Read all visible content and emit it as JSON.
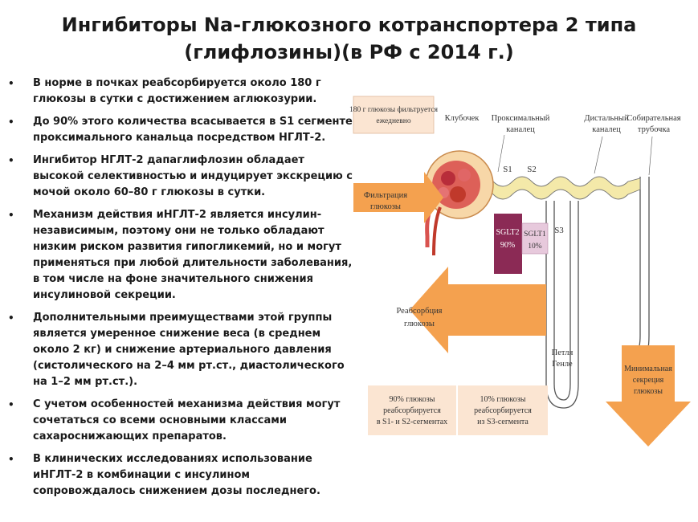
{
  "slide": {
    "title_line1": "Ингибиторы Na-глюкозного котранспортера 2 типа",
    "title_line2": "(глифлозины)(в РФ с 2014 г.)",
    "bullet_symbol": "•",
    "bullets": [
      "В норме в почках реабсорбируется около 180 г глюкозы в сутки с достижением аглюкозурии.",
      "До 90% этого количества всасывается в S1 сегменте проксимального канальца посредством НГЛТ-2.",
      "Ингибитор НГЛТ-2 дапаглифлозин обладает высокой селективностью и индуцирует экскрецию с мочой около 60–80 г глюкозы в сутки.",
      "Механизм действия иНГЛТ-2 является инсулин-независимым, поэтому они не только обладают низким риском развития гипогликемий, но и могут применяться при любой длительности заболевания, в том числе на фоне значительного снижения инсулиновой секреции.",
      "Дополнительными преимуществами этой группы является умеренное снижение веса (в среднем около 2 кг) и снижение артериального давления (систолического на 2–4 мм рт.ст., диастолического на 1–2 мм рт.ст.).",
      "С учетом особенностей механизма действия могут сочетаться со всеми основными классами сахароснижающих препаратов.",
      "В клинических исследованиях использование иНГЛТ-2 в комбинации с инсулином сопровождалось снижением дозы последнего."
    ]
  },
  "diagram": {
    "filtered_box_l1": "180 г глюкозы фильтруется",
    "filtered_box_l2": "ежедневно",
    "label_glomerulus": "Клубочек",
    "label_proximal_l1": "Проксимальный",
    "label_proximal_l2": "каналец",
    "label_distal_l1": "Дистальный",
    "label_distal_l2": "каналец",
    "label_collecting_l1": "Собирательная",
    "label_collecting_l2": "трубочка",
    "label_s1": "S1",
    "label_s2": "S2",
    "label_s3": "S3",
    "sglt2_l1": "SGLT2",
    "sglt2_l2": "90%",
    "sglt1_l1": "SGLT1",
    "sglt1_l2": "10%",
    "filtration_l1": "Фильтрация",
    "filtration_l2": "глюкозы",
    "reabsorption_l1": "Реабсорбция",
    "reabsorption_l2": "глюкозы",
    "loop_l1": "Петля",
    "loop_l2": "Генле",
    "min_secretion_l1": "Минимальная",
    "min_secretion_l2": "секреция",
    "min_secretion_l3": "глюкозы",
    "box90_l1": "90% глюкозы",
    "box90_l2": "реабсорбируется",
    "box90_l3": "в S1- и S2-сегментах",
    "box10_l1": "10% глюкозы",
    "box10_l2": "реабсорбируется",
    "box10_l3": "из S3-сегмента",
    "colors": {
      "orange": "#f4a14f",
      "orange_light": "#f7c28e",
      "tubule": "#f4e9a9",
      "sglt2": "#8b2a55",
      "sglt1": "#e7c9dc",
      "beige_box": "#fbe5d2"
    }
  }
}
